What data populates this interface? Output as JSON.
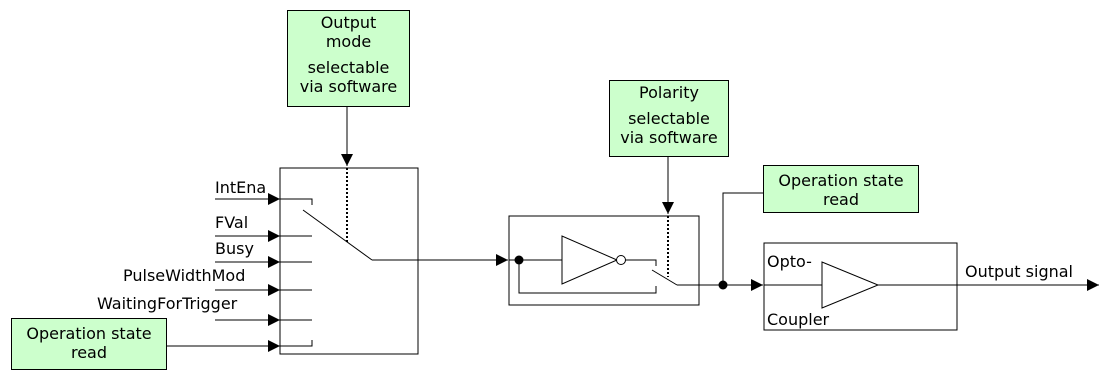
{
  "output_mode_box": {
    "line1": "Output",
    "line2": "mode",
    "line3": "selectable",
    "line4": "via software"
  },
  "polarity_box": {
    "line1": "Polarity",
    "line2": "selectable",
    "line3": "via software"
  },
  "operation_state_box_right": {
    "line1": "Operation state",
    "line2": "read"
  },
  "operation_state_box_left": {
    "line1": "Operation state",
    "line2": "read"
  },
  "inputs": [
    "IntEna",
    "FVal",
    "Busy",
    "PulseWidthMod",
    "WaitingForTrigger"
  ],
  "optocoupler": {
    "label_top": "Opto-",
    "label_bottom": "Coupler"
  },
  "output_label": "Output signal"
}
